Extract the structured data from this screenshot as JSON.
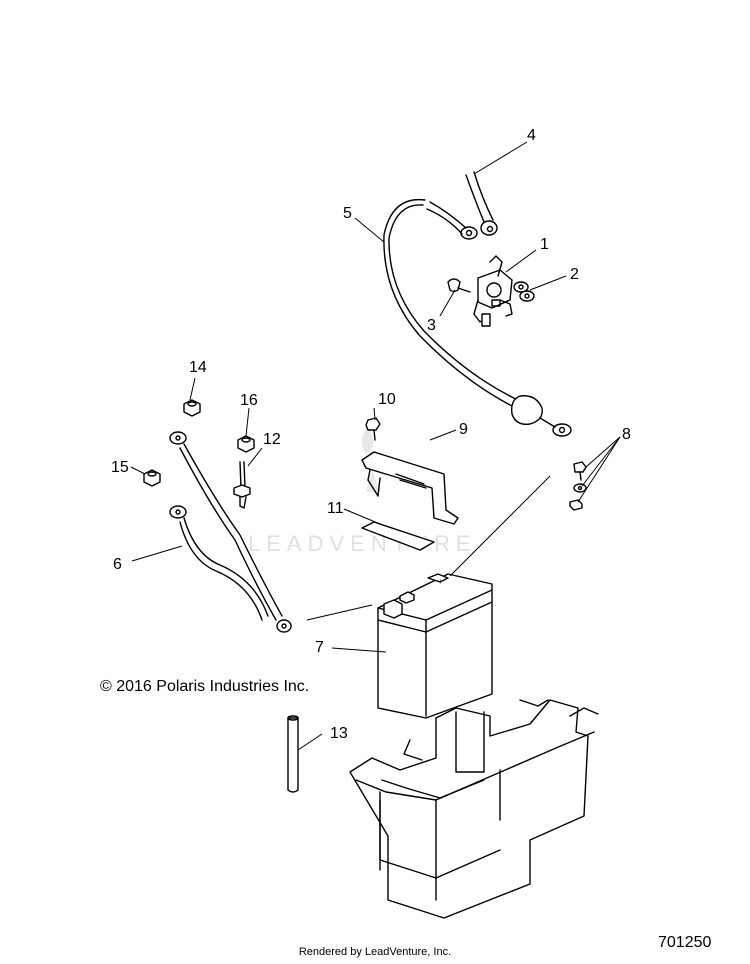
{
  "copyright": "© 2016 Polaris Industries Inc.",
  "footer": "Rendered by LeadVenture, Inc.",
  "diagram_id": "701250",
  "watermark": "LEADVENTURE",
  "callouts": {
    "c1": "1",
    "c2": "2",
    "c3": "3",
    "c4": "4",
    "c5": "5",
    "c6": "6",
    "c7": "7",
    "c8": "8",
    "c9": "9",
    "c10": "10",
    "c11": "11",
    "c12": "12",
    "c13": "13",
    "c14": "14",
    "c15": "15",
    "c16": "16"
  },
  "battery_marking": "+"
}
